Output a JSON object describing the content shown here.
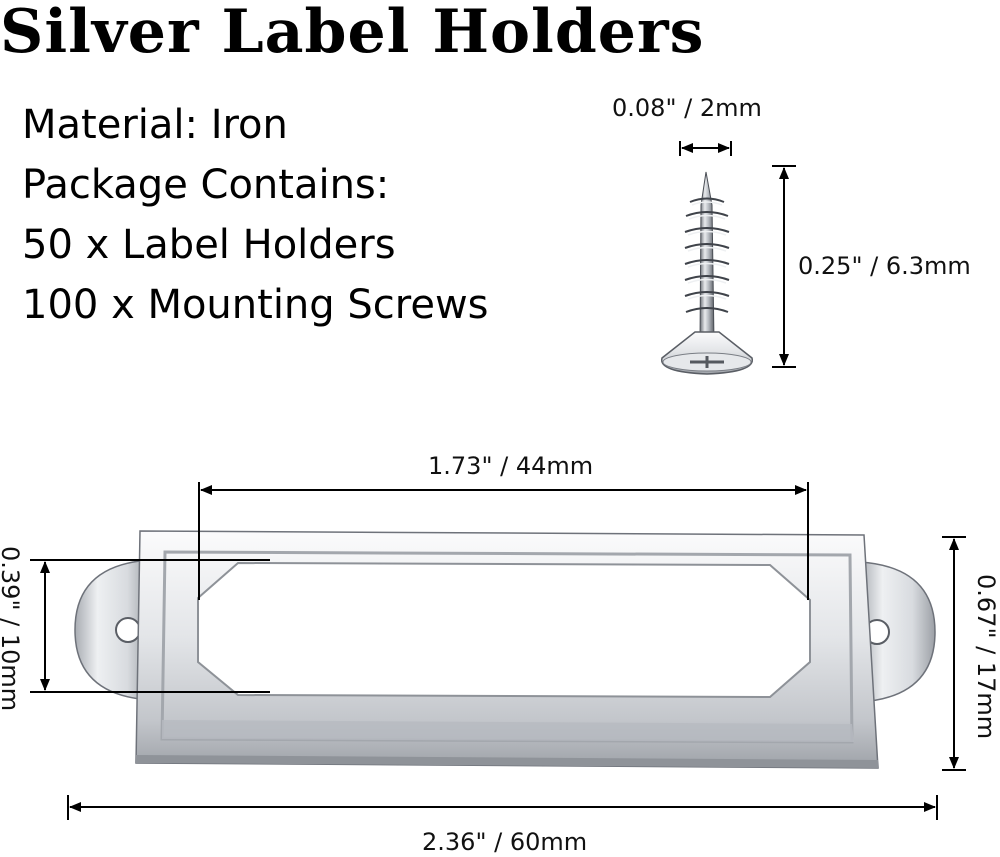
{
  "title": "Silver Label Holders",
  "specs": [
    "Material: Iron",
    "Package Contains:",
    "50 x Label Holders",
    "100 x Mounting Screws"
  ],
  "dimensions": {
    "screw_diameter": "0.08\" / 2mm",
    "screw_length": "0.25\" / 6.3mm",
    "window_width": "1.73\" / 44mm",
    "window_height": "0.39\" / 10mm",
    "holder_height": "0.67\" / 17mm",
    "total_width": "2.36\" / 60mm"
  },
  "colors": {
    "metal_light": "#f2f3f5",
    "metal_mid": "#c9ccd1",
    "metal_dark": "#8d9199",
    "line": "#000000"
  }
}
